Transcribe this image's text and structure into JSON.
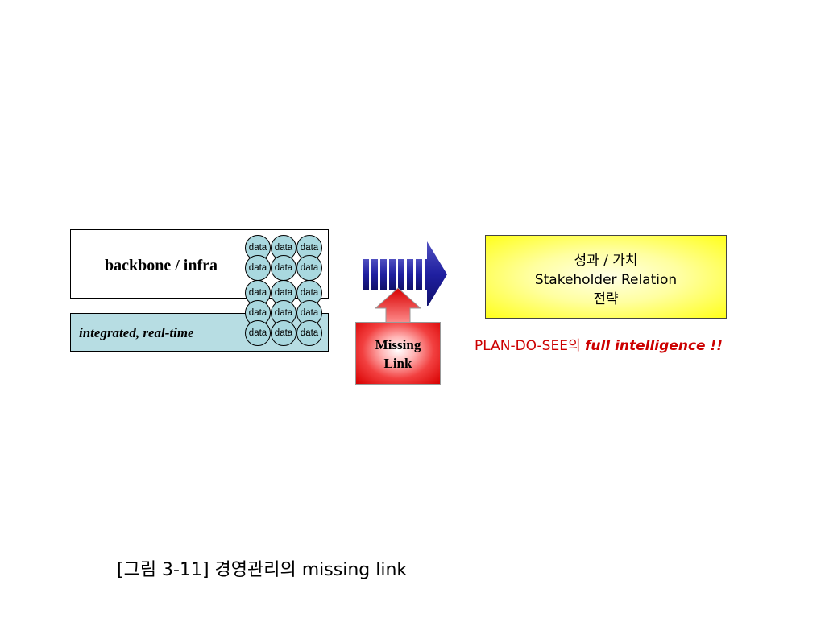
{
  "left_panel": {
    "backbone_label": "backbone / infra",
    "integrated_label": "integrated, real-time",
    "data_label": "data"
  },
  "missing_link": {
    "line1": "Missing",
    "line2": "Link"
  },
  "result_box": {
    "line1": "성과 / 가치",
    "line2": "Stakeholder Relation",
    "line3": "전략"
  },
  "plan_text": {
    "prefix": "PLAN-DO-SEE의 ",
    "emphasis": "full intelligence !!"
  },
  "caption": "[그림 3-11] 경영관리의 missing link",
  "colors": {
    "integrated_bg": "#b7dde3",
    "circle_fill": "#a9d8df",
    "arrow_blue": "#1f1fa0",
    "missing_red": "#e02020",
    "result_yellow": "#ffff33",
    "plan_red": "#cc0000"
  }
}
